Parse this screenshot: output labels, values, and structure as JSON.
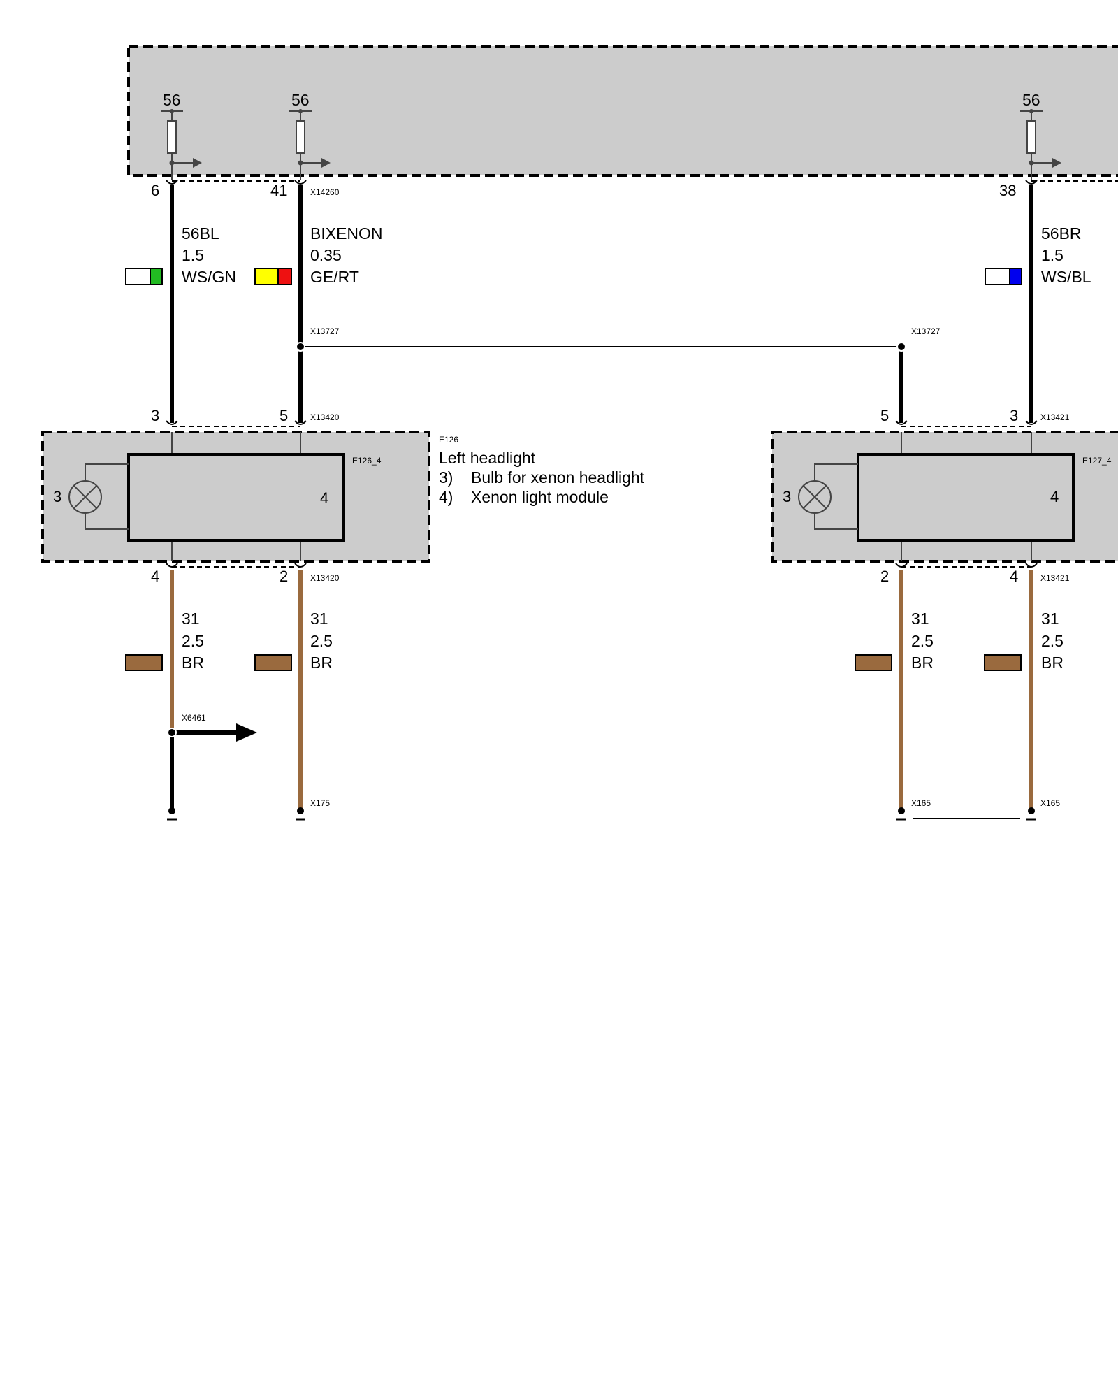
{
  "colors": {
    "module_fill": "#cccccc",
    "wire_black": "#000000",
    "wire_brown": "#9a6a3e",
    "swatch_white": "#ffffff",
    "swatch_green": "#22bb22",
    "swatch_yellow": "#ffff00",
    "swatch_red": "#ee1111",
    "swatch_blue": "#0000ee",
    "swatch_brown": "#9a6a3e"
  },
  "control_unit": {
    "fuses": [
      {
        "label": "56"
      },
      {
        "label": "56"
      },
      {
        "label": "56"
      }
    ],
    "connector": "X14260"
  },
  "wires_top": [
    {
      "pin": "6",
      "circuit": "56BL",
      "gauge": "1.5",
      "color_code": "WS/GN"
    },
    {
      "pin": "41",
      "circuit": "BIXENON",
      "gauge": "0.35",
      "color_code": "GE/RT"
    },
    {
      "pin": "38",
      "circuit": "56BR",
      "gauge": "1.5",
      "color_code": "WS/BL"
    }
  ],
  "splice": {
    "left": "X13727",
    "right": "X13727"
  },
  "left_headlight": {
    "id": "E126",
    "sub_id": "E126_4",
    "connector": "X13420",
    "pins_top": [
      "3",
      "5"
    ],
    "pins_bottom": [
      "4",
      "2"
    ],
    "bulb_pin": "3",
    "module_pin": "4",
    "title": "Left headlight",
    "items": [
      {
        "num": "3)",
        "text": "Bulb for xenon headlight"
      },
      {
        "num": "4)",
        "text": "Xenon light module"
      }
    ]
  },
  "right_headlight": {
    "sub_id": "E127_4",
    "connector": "X13421",
    "pins_top": [
      "5",
      "3"
    ],
    "pins_bottom": [
      "2",
      "4"
    ],
    "bulb_pin": "3",
    "module_pin": "4"
  },
  "ground_wires": [
    {
      "circuit": "31",
      "gauge": "2.5",
      "color_code": "BR"
    },
    {
      "circuit": "31",
      "gauge": "2.5",
      "color_code": "BR"
    },
    {
      "circuit": "31",
      "gauge": "2.5",
      "color_code": "BR"
    },
    {
      "circuit": "31",
      "gauge": "2.5",
      "color_code": "BR"
    }
  ],
  "grounds": {
    "branch": "X6461",
    "left_ground": "X175",
    "right_ground_1": "X165",
    "right_ground_2": "X165"
  }
}
